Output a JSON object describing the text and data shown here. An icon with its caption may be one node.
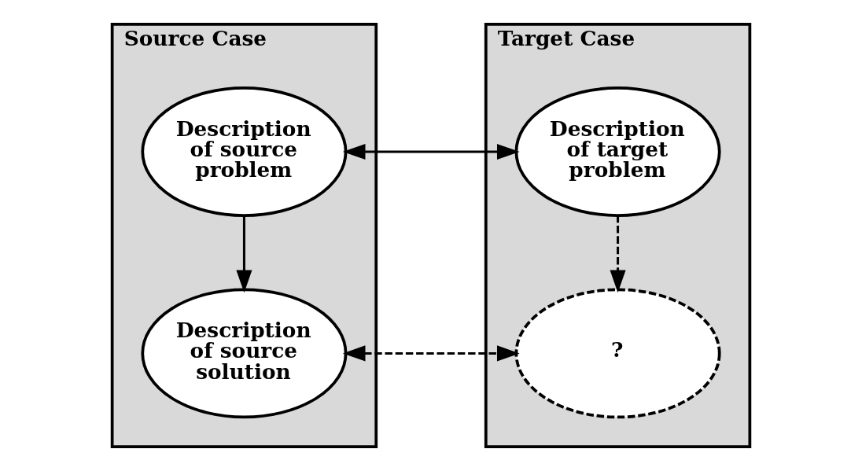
{
  "diagram": {
    "nodes": [
      {
        "text": [
          "Source Case"
        ]
      },
      {
        "text": [
          "Target Case"
        ]
      },
      {
        "text": [
          "Description of source problem"
        ],
        "in": 0
      },
      {
        "text": [
          "Description of source solution"
        ],
        "in": 0
      },
      {
        "text": [
          "Description of target problem"
        ],
        "in": 1
      },
      {
        "text": [
          "?"
        ],
        "in": 1
      }
    ],
    "edges": [
      {
        "from": 2,
        "to": 4,
        "arrow": "both"
      },
      {
        "from": 2,
        "to": 3,
        "arrow": "to"
      },
      {
        "from": 4,
        "to": 5,
        "arrow": "to",
        "style": "dashed"
      },
      {
        "from": 3,
        "to": 5,
        "arrow": "both",
        "style": "dashed"
      }
    ]
  }
}
